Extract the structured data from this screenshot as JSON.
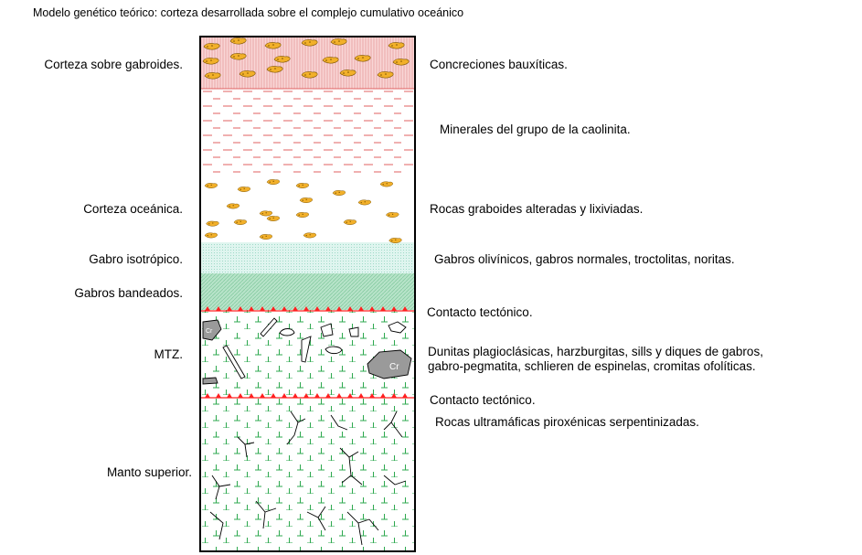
{
  "title": "Modelo genético teórico:  corteza desarrollada sobre el complejo cumulativo oceánico",
  "left_labels": [
    "Corteza sobre gabroides.",
    "Corteza oceánica.",
    "Gabro isotrópico.",
    "Gabros bandeados.",
    "MTZ.",
    "Manto superior."
  ],
  "right_labels": [
    "Concreciones bauxíticas.",
    "Minerales del grupo de la caolinita.",
    "Rocas graboides alteradas y lixiviadas.",
    "Gabros olivínicos, gabros normales, troctolitas, noritas.",
    "Contacto tectónico.",
    "Dunitas plagioclásicas, harzburgitas,  sills y diques de gabros,",
    "gabro-pegmatita, schlieren de espinelas, cromitas ofolíticas.",
    "Contacto tectónico.",
    "Rocas ultramáficas piroxénicas serpentinizadas."
  ],
  "chromite_label": "Cr",
  "colors": {
    "crust_top": "#f7c8c8",
    "crust_lines": "#d9534f",
    "kaolinite_dash": "#e06060",
    "concretion": "#f2b02a",
    "gabbro_iso": "#c9efe6",
    "gabbro_band": "#a9dcc0",
    "contact": "#ff2020",
    "mantle_mark": "#2ea84f",
    "chromite": "#9a9a9a"
  }
}
